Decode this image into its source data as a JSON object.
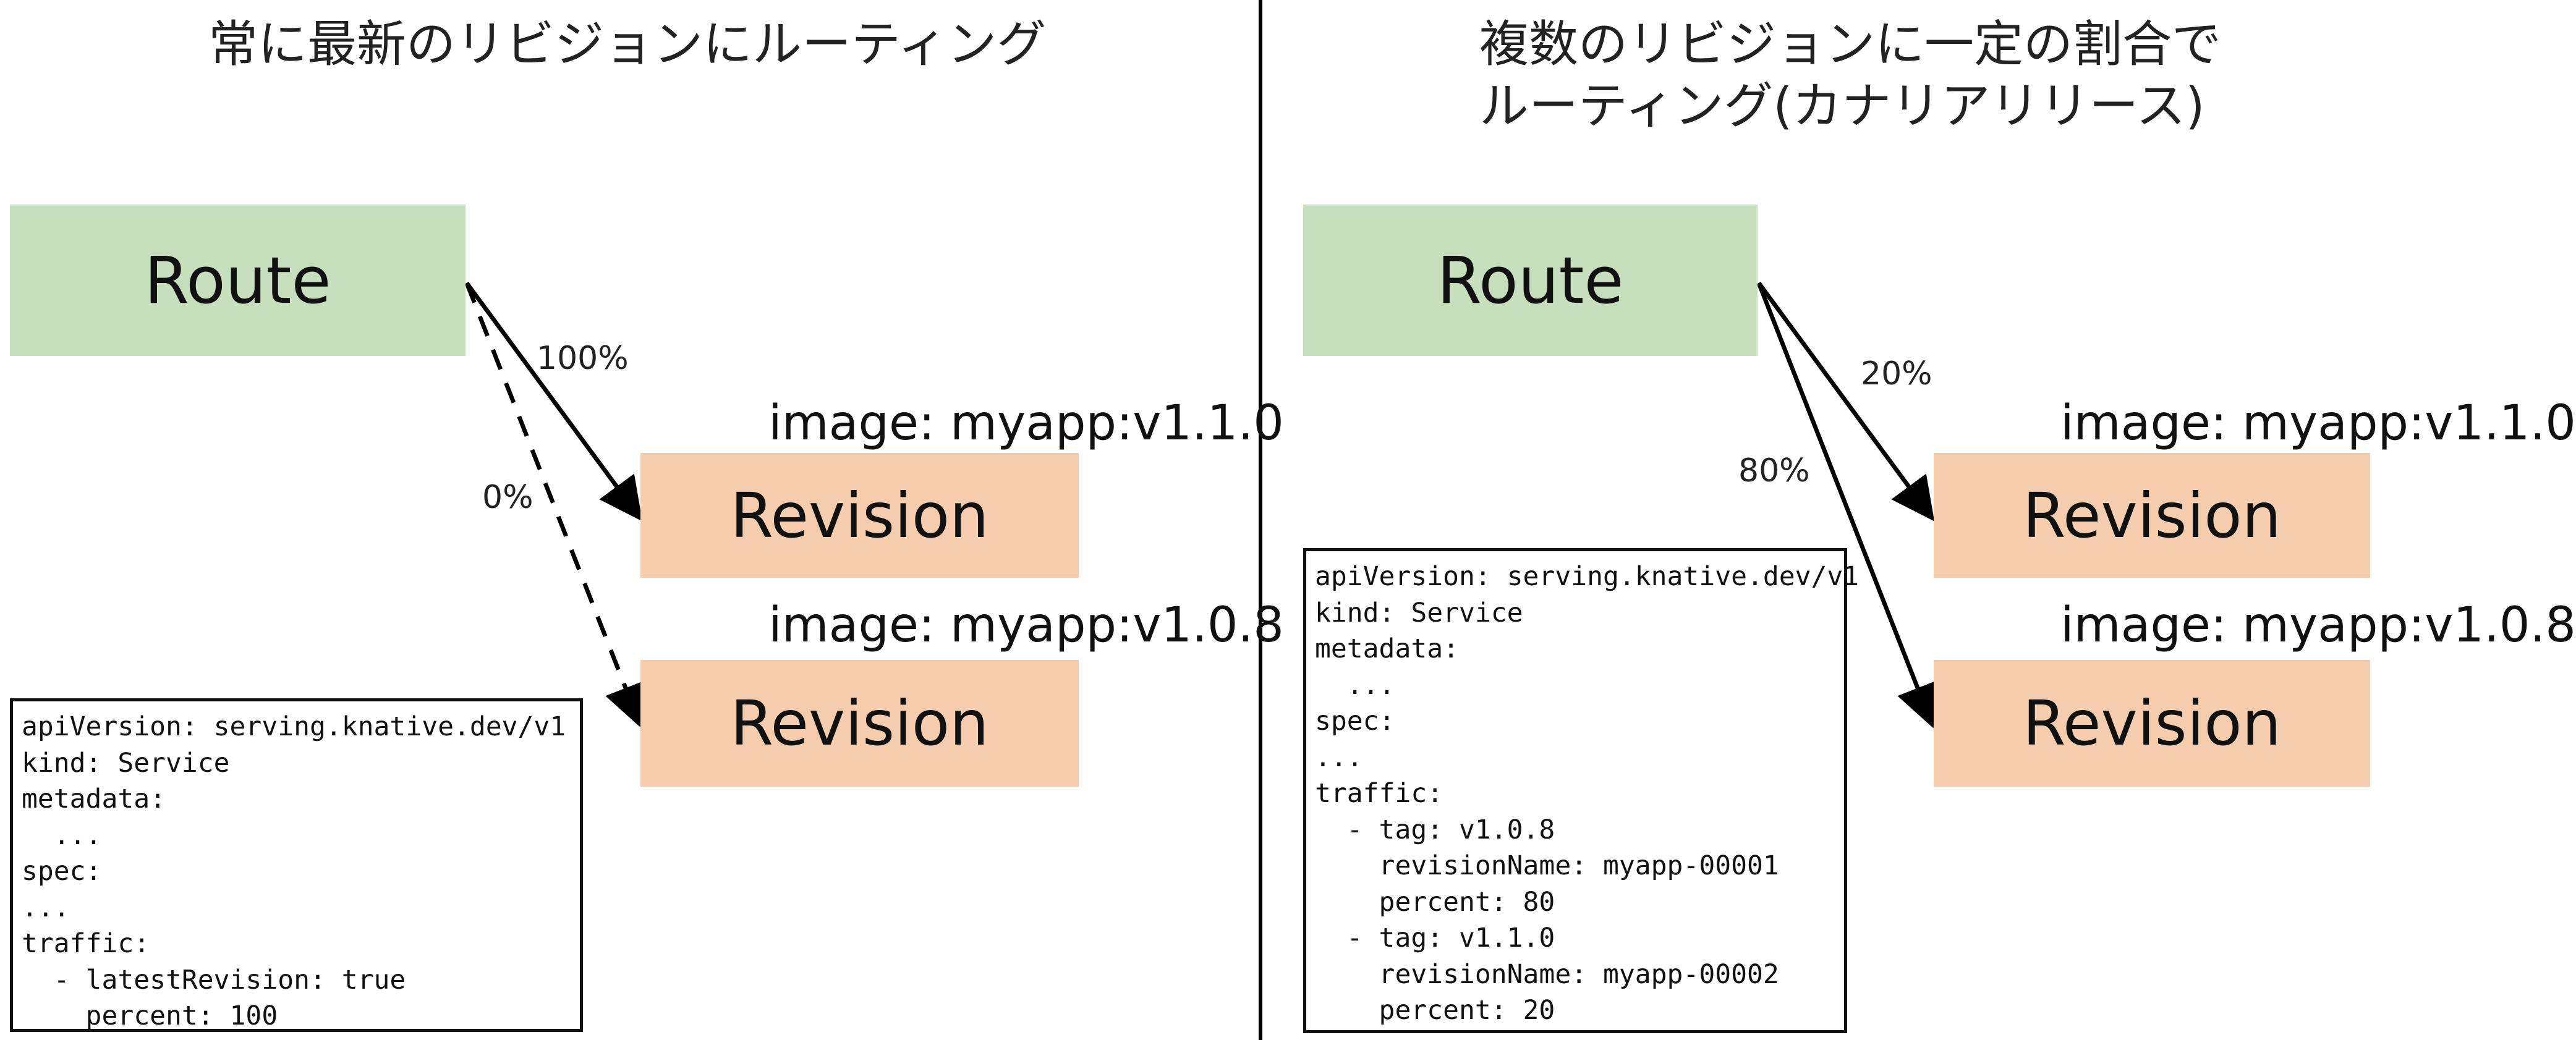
{
  "left": {
    "title_lines": [
      "常に最新のリビジョンにルーティング"
    ],
    "route_label": "Route",
    "revision_top": {
      "image": "image: myapp:v1.1.0",
      "label": "Revision"
    },
    "revision_bottom": {
      "image": "image: myapp:v1.0.8",
      "label": "Revision"
    },
    "edges": [
      {
        "label": "100%",
        "style": "solid"
      },
      {
        "label": "0%",
        "style": "dashed"
      }
    ],
    "code_lines": [
      "apiVersion: serving.knative.dev/v1",
      "kind: Service",
      "metadata:",
      "  ...",
      "spec:",
      "...",
      "traffic:",
      "  - latestRevision: true",
      "    percent: 100"
    ]
  },
  "right": {
    "title_lines": [
      "複数のリビジョンに一定の割合で",
      "ルーティング(カナリアリリース)"
    ],
    "route_label": "Route",
    "revision_top": {
      "image": "image: myapp:v1.1.0",
      "label": "Revision"
    },
    "revision_bottom": {
      "image": "image: myapp:v1.0.8",
      "label": "Revision"
    },
    "edges": [
      {
        "label": "20%",
        "style": "solid"
      },
      {
        "label": "80%",
        "style": "solid"
      }
    ],
    "code_lines": [
      "apiVersion: serving.knative.dev/v1",
      "kind: Service",
      "metadata:",
      "  ...",
      "spec:",
      "...",
      "traffic:",
      "  - tag: v1.0.8",
      "    revisionName: myapp-00001",
      "    percent: 80",
      "  - tag: v1.1.0",
      "    revisionName: myapp-00002",
      "    percent: 20"
    ]
  },
  "colors": {
    "route_fill": "#c7dfbc",
    "revision_fill": "#f4cdae",
    "line": "#000000"
  }
}
